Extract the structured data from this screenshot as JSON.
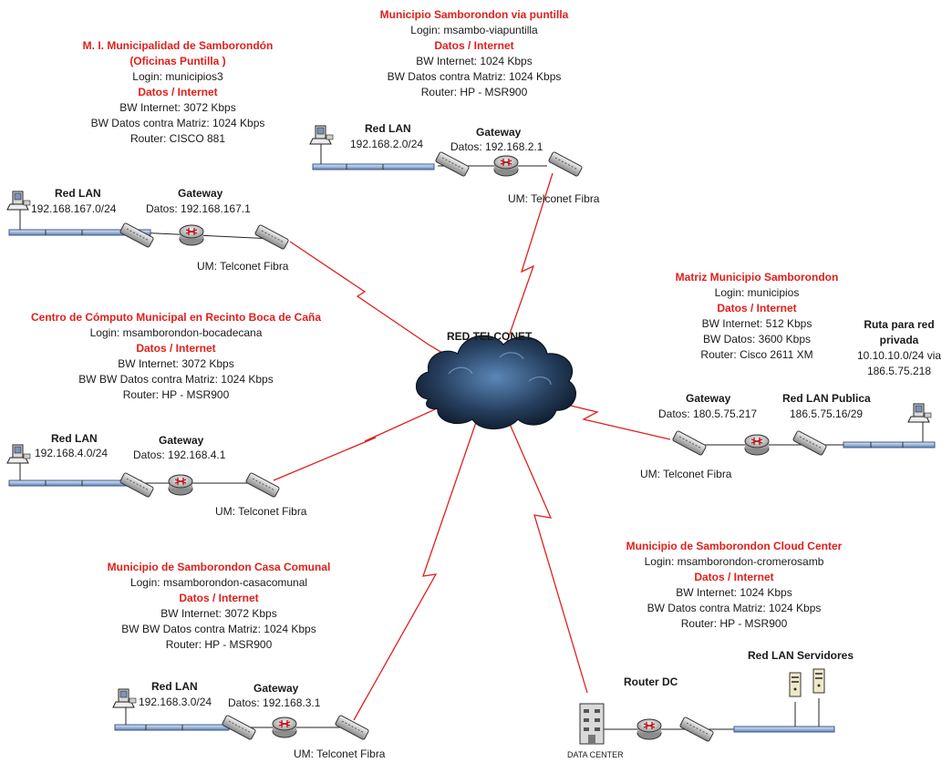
{
  "center": {
    "title": "RED TELCONET"
  },
  "sites": [
    {
      "id": "oficinas-puntilla",
      "title_lines": [
        "M. I. Municipalidad de Samborondón",
        "(Oficinas Puntilla )"
      ],
      "login": "Login: municipios3",
      "section": "Datos / Internet",
      "details": [
        "BW Internet: 3072 Kbps",
        "BW Datos contra Matriz: 1024 Kbps",
        "Router: CISCO 881"
      ],
      "lan_title": "Red LAN",
      "lan_net": "192.168.167.0/24",
      "gw_title": "Gateway",
      "gw_ip": "Datos: 192.168.167.1",
      "um": "UM: Telconet Fibra"
    },
    {
      "id": "via-puntilla",
      "title_lines": [
        "Municipio Samborondon via puntilla"
      ],
      "login": "Login: msambo-viapuntilla",
      "section": "Datos / Internet",
      "details": [
        "BW Internet: 1024 Kbps",
        "BW Datos contra Matriz: 1024 Kbps",
        "Router: HP - MSR900"
      ],
      "lan_title": "Red LAN",
      "lan_net": "192.168.2.0/24",
      "gw_title": "Gateway",
      "gw_ip": "Datos: 192.168.2.1",
      "um": "UM: Telconet Fibra"
    },
    {
      "id": "boca-de-cana",
      "title_lines": [
        "Centro de Cómputo Municipal en Recinto Boca de Caña"
      ],
      "login": "Login: msamborondon-bocadecana",
      "section": "Datos / Internet",
      "details": [
        "BW Internet: 3072 Kbps",
        "BW BW Datos contra Matriz: 1024 Kbps",
        "Router: HP - MSR900"
      ],
      "lan_title": "Red LAN",
      "lan_net": "192.168.4.0/24",
      "gw_title": "Gateway",
      "gw_ip": "Datos: 192.168.4.1",
      "um": "UM: Telconet Fibra"
    },
    {
      "id": "matriz",
      "title_lines": [
        "Matriz Municipio Samborondon"
      ],
      "login": "Login: municipios",
      "section": "Datos / Internet",
      "details": [
        "BW Internet: 512 Kbps",
        "BW Datos: 3600 Kbps",
        "Router: Cisco 2611 XM"
      ],
      "lan_title": "Red LAN Publica",
      "lan_net": "186.5.75.16/29",
      "gw_title": "Gateway",
      "gw_ip": "Datos: 180.5.75.217",
      "um": "UM: Telconet Fibra",
      "route_title": [
        "Ruta para red",
        "privada"
      ],
      "route_text": [
        "10.10.10.0/24 via",
        "186.5.75.218"
      ]
    },
    {
      "id": "casa-comunal",
      "title_lines": [
        "Municipio de Samborondon Casa Comunal"
      ],
      "login": "Login: msamborondon-casacomunal",
      "section": "Datos / Internet",
      "details": [
        "BW Internet: 3072 Kbps",
        "BW BW Datos contra Matriz: 1024 Kbps",
        "Router: HP - MSR900"
      ],
      "lan_title": "Red LAN",
      "lan_net": "192.168.3.0/24",
      "gw_title": "Gateway",
      "gw_ip": "Datos: 192.168.3.1",
      "um": "UM: Telconet Fibra"
    },
    {
      "id": "cloud-center",
      "title_lines": [
        "Municipio de Samborondon Cloud Center"
      ],
      "login": "Login: msamborondon-cromerosamb",
      "section": "Datos / Internet",
      "details": [
        "BW Internet: 1024 Kbps",
        "BW Datos contra Matriz: 1024 Kbps",
        "Router: HP - MSR900"
      ],
      "lan_title": "Red LAN Servidores",
      "router_title": "Router DC",
      "dc_label": "DATA CENTER"
    }
  ],
  "colors": {
    "accent": "#e0201b",
    "link": "#e0201b",
    "lan_bar": "#b6cbe6",
    "cloud": "#1b3550"
  }
}
